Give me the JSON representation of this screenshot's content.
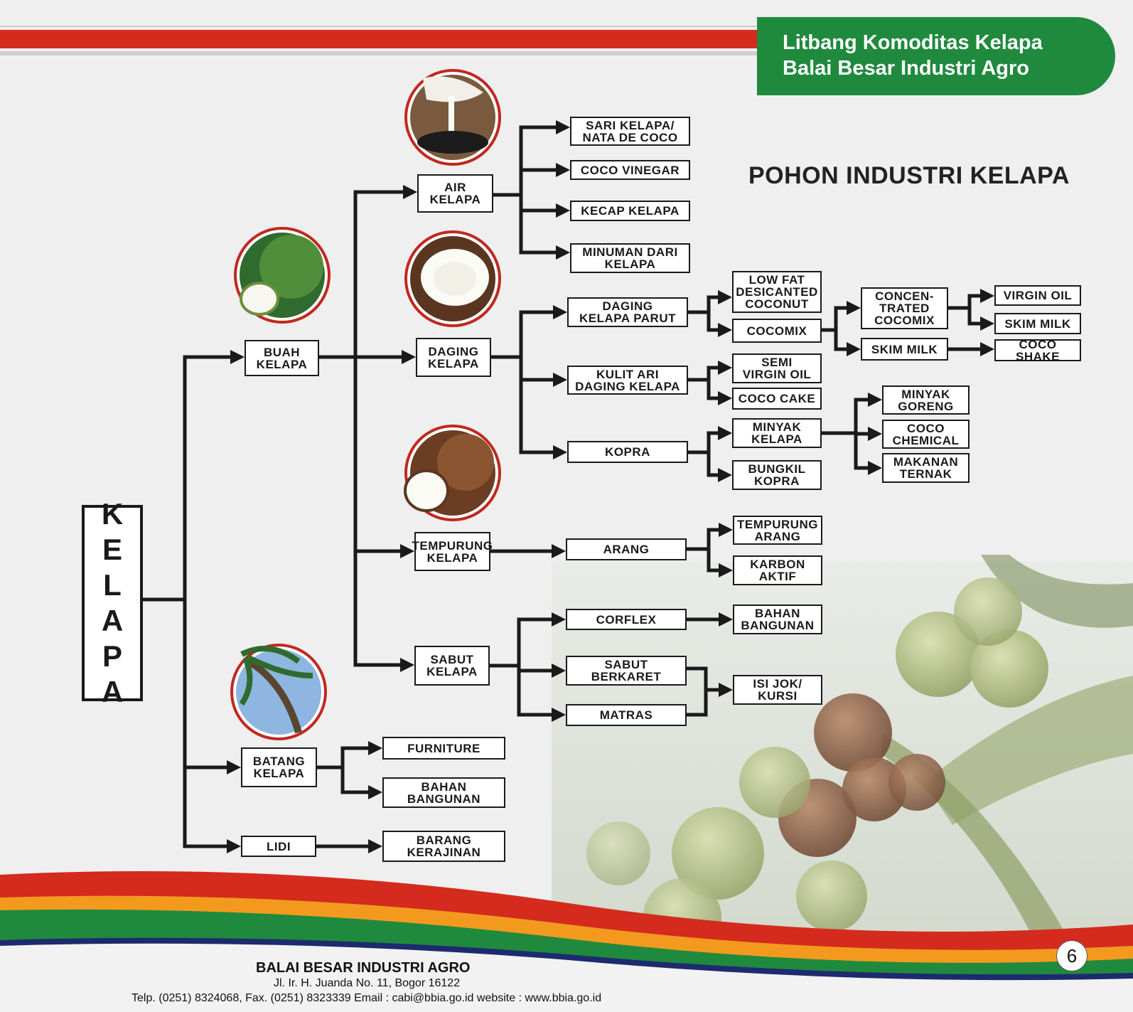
{
  "header": {
    "badge_line1": "Litbang Komoditas Kelapa",
    "badge_line2": "Balai Besar Industri Agro"
  },
  "title": "POHON INDUSTRI KELAPA",
  "root": [
    "K",
    "E",
    "L",
    "A",
    "P",
    "A"
  ],
  "nodes": {
    "buah_kelapa": "BUAH\nKELAPA",
    "batang_kelapa": "BATANG\nKELAPA",
    "lidi": "LIDI",
    "air_kelapa": "AIR\nKELAPA",
    "daging_kelapa": "DAGING\nKELAPA",
    "tempurung_kelapa": "TEMPURUNG\nKELAPA",
    "sabut_kelapa": "SABUT\nKELAPA",
    "sari_kelapa": "SARI KELAPA/\nNATA DE COCO",
    "coco_vinegar": "COCO VINEGAR",
    "kecap_kelapa": "KECAP KELAPA",
    "minuman_dari_kelapa": "MINUMAN DARI\nKELAPA",
    "daging_kelapa_parut": "DAGING\nKELAPA PARUT",
    "kulit_ari": "KULIT ARI\nDAGING KELAPA",
    "kopra": "KOPRA",
    "low_fat": "LOW FAT\nDESICANTED\nCOCONUT",
    "cocomix": "COCOMIX",
    "concentrated": "CONCEN-\nTRATED\nCOCOMIX",
    "skim_milk_1": "SKIM MILK",
    "virgin_oil": "VIRGIN OIL",
    "skim_milk_2": "SKIM MILK",
    "coco_shake": "COCO SHAKE",
    "semi_virgin": "SEMI\nVIRGIN OIL",
    "coco_cake": "COCO CAKE",
    "minyak_kelapa": "MINYAK\nKELAPA",
    "bungkil_kopra": "BUNGKIL\nKOPRA",
    "minyak_goreng": "MINYAK\nGORENG",
    "coco_chemical": "COCO\nCHEMICAL",
    "makanan_ternak": "MAKANAN\nTERNAK",
    "arang": "ARANG",
    "tempurung_arang": "TEMPURUNG\nARANG",
    "karbon_aktif": "KARBON\nAKTIF",
    "corflex": "CORFLEX",
    "sabut_berkaret": "SABUT\nBERKARET",
    "matras": "MATRAS",
    "bahan_bangunan_1": "BAHAN\nBANGUNAN",
    "isi_jok": "ISI JOK/\nKURSI",
    "furniture": "FURNITURE",
    "bahan_bangunan_2": "BAHAN\nBANGUNAN",
    "barang_kerajinan": "BARANG\nKERAJINAN"
  },
  "footer": {
    "org": "BALAI BESAR INDUSTRI AGRO",
    "address": "Jl. Ir. H. Juanda No. 11, Bogor 16122",
    "contact": "Telp. (0251) 8324068, Fax. (0251) 8323339 Email : cabi@bbia.go.id  website : www.bbia.go.id"
  },
  "page_number": "6",
  "colors": {
    "brand_green": "#1f8a3d",
    "brand_red": "#d42b1e",
    "brand_orange": "#f39a1e",
    "brand_navy": "#1e2a6e"
  }
}
